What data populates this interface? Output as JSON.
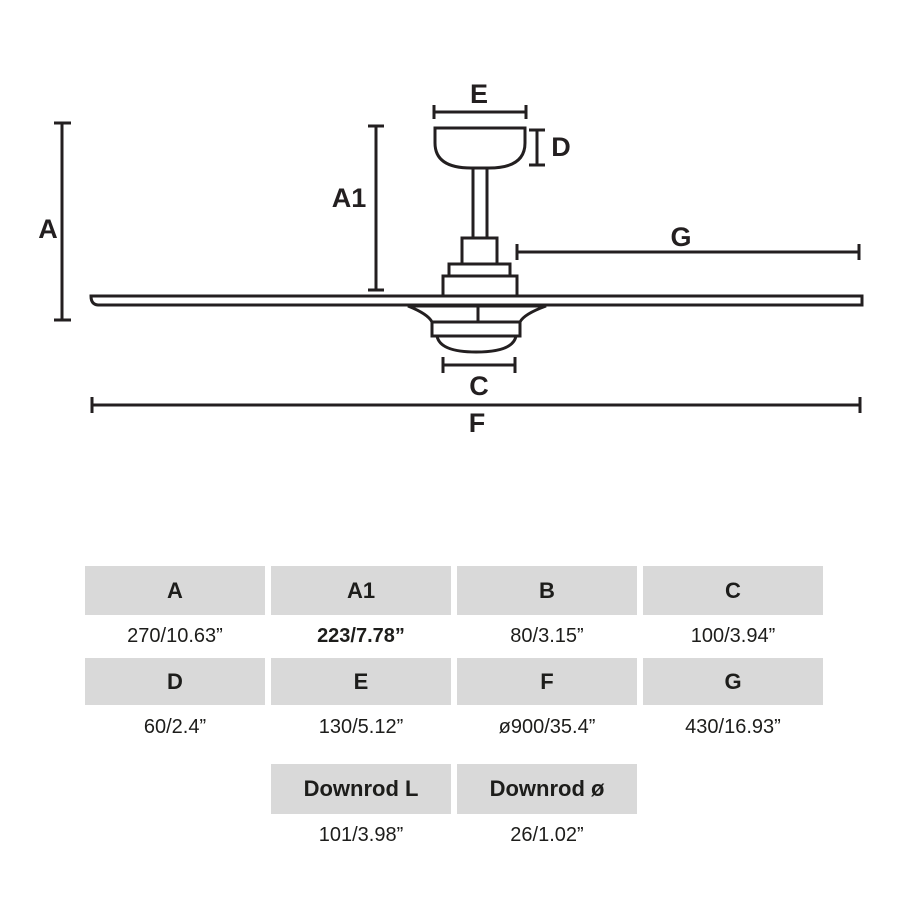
{
  "diagram": {
    "labels": {
      "a": "A",
      "a1": "A1",
      "c": "C",
      "d": "D",
      "e": "E",
      "f": "F",
      "g": "G"
    }
  },
  "table": {
    "rows": [
      {
        "headers": [
          "A",
          "A1",
          "B",
          "C"
        ],
        "values": [
          "270/10.63”",
          "223/7.78”",
          "80/3.15”",
          "100/3.94”"
        ]
      },
      {
        "headers": [
          "D",
          "E",
          "F",
          "G"
        ],
        "values": [
          "60/2.4”",
          "130/5.12”",
          "ø900/35.4”",
          "430/16.93”"
        ]
      },
      {
        "headers": [
          "Downrod L",
          "Downrod ø"
        ],
        "values": [
          "101/3.98”",
          "26/1.02”"
        ]
      }
    ]
  },
  "colors": {
    "line": "#231f20",
    "table_header_bg": "#d9d9d9",
    "text": "#1d1d1b"
  }
}
